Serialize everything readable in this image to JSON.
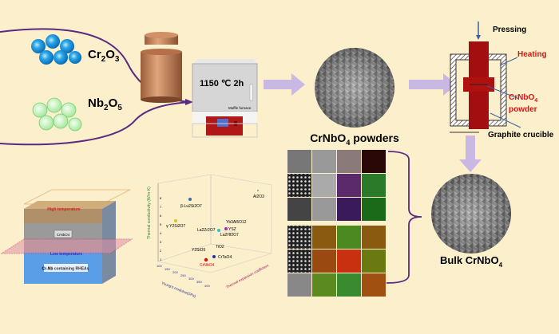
{
  "precursors": {
    "cr2o3": {
      "base": "Cr",
      "sub1": "2",
      "mid": "O",
      "sub2": "3"
    },
    "nb2o5": {
      "base": "Nb",
      "sub1": "2",
      "mid": "O",
      "sub2": "5"
    }
  },
  "furnace": {
    "condition": "1150 ℃ 2h",
    "label": "Muffle furnace"
  },
  "powders": {
    "label": "CrNbO",
    "sub": "4",
    "suffix": " powders"
  },
  "sps": {
    "pressing": "Pressing",
    "heating": "Heating",
    "powder_a": "CrNbO",
    "powder_sub": "4",
    "powder_b": "powder",
    "crucible": "Graphite crucible"
  },
  "bulk": {
    "label": "Bulk CrNbO",
    "sub": "4"
  },
  "coating": {
    "high": "High temperature",
    "layer": "CrNbO4",
    "low": "Low temperature",
    "substrate_bold": "Cr-Nb",
    "substrate_rest": " containing RHEAs"
  },
  "plot": {
    "zlabel": "Thermal conductivity (W/m·K)",
    "xlabel": "Young's modulus(GPa)",
    "ylabel": "Thermal expansion coefficient",
    "zticks": [
      "1",
      "2",
      "3",
      "4",
      "5",
      "6",
      "7",
      "8"
    ],
    "xticks": [
      "100",
      "150",
      "200",
      "250",
      "300",
      "350",
      "400"
    ],
    "points": [
      "Al2O3",
      "β-Lu2Si2O7",
      "γ-Y2Si2O7",
      "Yb3Al5O12",
      "YSZ",
      "La2Zr2O7",
      "La2Hf2O7",
      "TiO2",
      "Y2SiO5",
      "CrTaO4",
      "CrNbO4"
    ],
    "colors": {
      "CrNbO4": "#d01010",
      "CrTaO4": "#2030a0",
      "YSZ": "#c020c0",
      "La2Zr2O7": "#30c0d0",
      "β-Lu2Si2O7": "#3070b0",
      "γ-Y2Si2O7": "#e0c020"
    }
  }
}
